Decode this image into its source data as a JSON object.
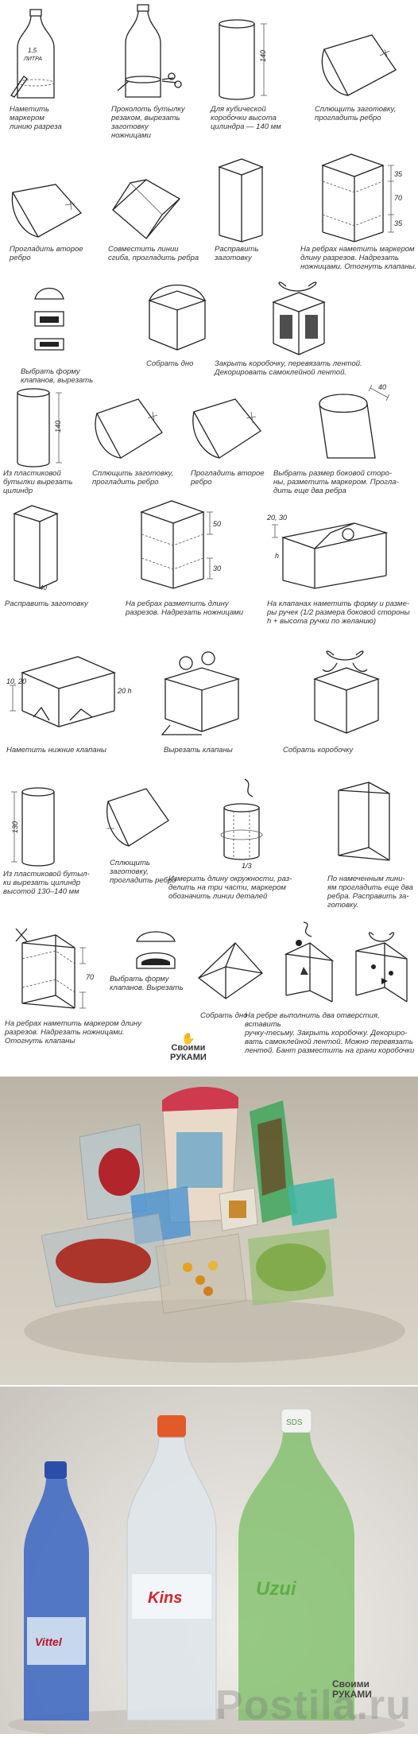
{
  "captions": [
    "Наметить\nмаркером\nлинию разреза",
    "Проколоть бутылку\nрезаком, вырезать\nзаготовку\nножницами",
    "Для кубической\nкоробочки высота\nцилиндра — 140 мм",
    "Сплющить заготовку,\nпрогладить ребро",
    "Прогладить второе\nребро",
    "Совместить линии\nсгиба, прогладить ребра",
    "Расправить\nзаготовку",
    "На ребрах наметить маркером\nдлину разрезов. Надрезать\nножницами. Отогнуть клапаны.",
    "Выбрать форму\nклапанов, вырезать",
    "Собрать дно",
    "Закрыть коробочку, перевязать лентой.\nДекорировать самоклейной лентой.",
    "Из пластиковой\nбутылки вырезать\nцилиндр",
    "Сплющить заготовку,\nпрогладить ребро",
    "Прогладить второе\nребро",
    "Выбрать размер боковой сторо-\nны, разметить маркером. Прогла-\nдить еще два ребра",
    "Расправить заготовку",
    "На ребрах разметить длину\nразрезов. Надрезать ножницами",
    "На клапанах наметить форму и разме-\nры ручек (1/2 размера боковой стороны\nh + высота ручки по желанию)",
    "Наметить нижние клапаны",
    "Вырезать клапаны",
    "Собрать коробочку",
    "Из пластиковой бутыл-\nки вырезать цилиндр\nвысотой 130–140 мм",
    "Сплющить\nзаготовку,\nпрогладить ребро",
    "Измерить длину окружности, раз-\nделить на три части, маркером\nобозначить линии деталей",
    "По намеченным лини-\nям прогладить еще два\nребра. Расправить за-\nготовку.",
    "Выбрать форму\nклапанов. Вырезать",
    "На ребрах наметить маркером длину\nразрезов. Надрезать ножницами.\nОтогнуть клапаны",
    "Собрать дно",
    "На ребре выполнить два отверстия, вставить\nручку-тесьму. Закрыть коробочку. Декориро-\nвать самоклейной лентой. Можно перевязать\nлентой. Бант разместить на грани коробочки"
  ],
  "labels": {
    "bottle_label": "1,5\nЛИТРА",
    "dim_140": "140",
    "dim_35": "35",
    "dim_70": "70",
    "dim_40": "40",
    "dim_50": "50",
    "dim_30": "30",
    "dim_20_30": "20, 30",
    "dim_h": "h",
    "dim_1020": "10, 20",
    "dim_130": "130",
    "dim_third": "1/3",
    "dim_h_small": "h"
  },
  "logos": {
    "sheet_logo": "Своими\nРУКАМИ",
    "photo_logo": "Своими\nРУКАМИ",
    "watermark": "Postila.ru"
  },
  "bottle_texts": {
    "b1": "Vittel",
    "b2": "Kins",
    "b3": "Uzui",
    "cap_text": "SDS"
  },
  "colors": {
    "line": "#222222",
    "caption": "#333333",
    "bottle_blue": "#2b4fa8",
    "bottle_clear": "#dfe6ea",
    "bottle_green": "#7fbf6a",
    "cap_orange": "#e25a2a",
    "cap_white": "#f2f2f2"
  }
}
